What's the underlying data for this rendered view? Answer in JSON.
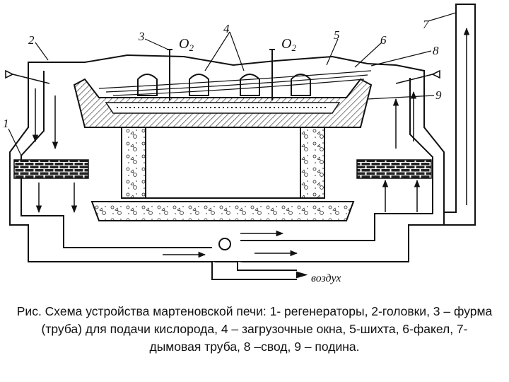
{
  "labels": {
    "n1": "1",
    "n2": "2",
    "n3": "3",
    "n4": "4",
    "n5": "5",
    "n6": "6",
    "n7": "7",
    "n8": "8",
    "n9": "9",
    "o2_left": "O",
    "o2_right": "O",
    "o2_sub": "2",
    "air": "воздух"
  },
  "caption": "Рис.  Схема устройства мартеновской печи: 1- регенераторы, 2-головки, 3 – фурма (труба) для подачи кислорода,  4 – загрузочные окна, 5-шихта, 6-факел, 7- дымовая труба, 8 –свод, 9 – подина.",
  "colors": {
    "line": "#111111",
    "background": "#ffffff"
  }
}
